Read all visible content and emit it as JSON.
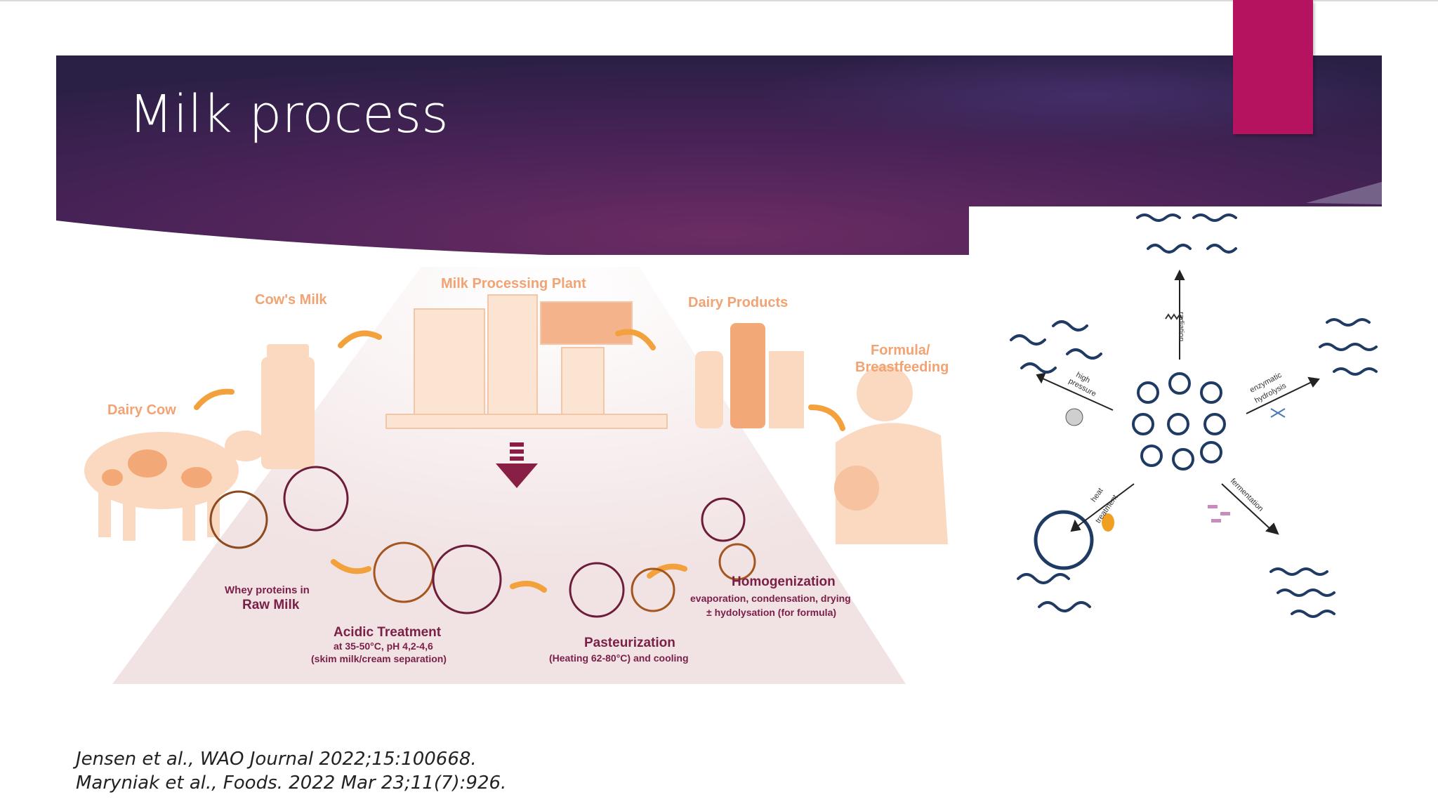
{
  "slide": {
    "title": "Milk process",
    "accent_color": "#b5135f",
    "header_gradient": [
      "#6b2c63",
      "#3a2456",
      "#2a1f45"
    ]
  },
  "figure_left": {
    "labels": {
      "dairy_cow": "Dairy Cow",
      "cows_milk": "Cow's Milk",
      "plant": "Milk Processing Plant",
      "dairy_products": "Dairy Products",
      "formula_line1": "Formula/",
      "formula_line2": "Breastfeeding",
      "whey_line1": "Whey proteins in",
      "whey_line2": "Raw Milk",
      "acidic_title": "Acidic Treatment",
      "acidic_line1": "at 35-50°C, pH 4,2-4,6",
      "acidic_line2": "(skim milk/cream separation)",
      "past_title": "Pasteurization",
      "past_line1": "(Heating 62-80°C) and cooling",
      "homog_title": "Homogenization",
      "homog_line1": "evaporation, condensation, drying",
      "homog_line2": "± hydolysation (for formula)"
    }
  },
  "figure_right": {
    "labels": {
      "radiation": "radiation",
      "high_pressure_1": "high",
      "high_pressure_2": "pressure",
      "enzymatic_1": "enzymatic",
      "enzymatic_2": "hydrolysis",
      "heat_1": "heat",
      "heat_2": "treatment",
      "fermentation": "fermentation"
    }
  },
  "references": {
    "line1": "Jensen et al., WAO Journal 2022;15:100668.",
    "line2": "Maryniak et al., Foods. 2022 Mar 23;11(7):926."
  }
}
